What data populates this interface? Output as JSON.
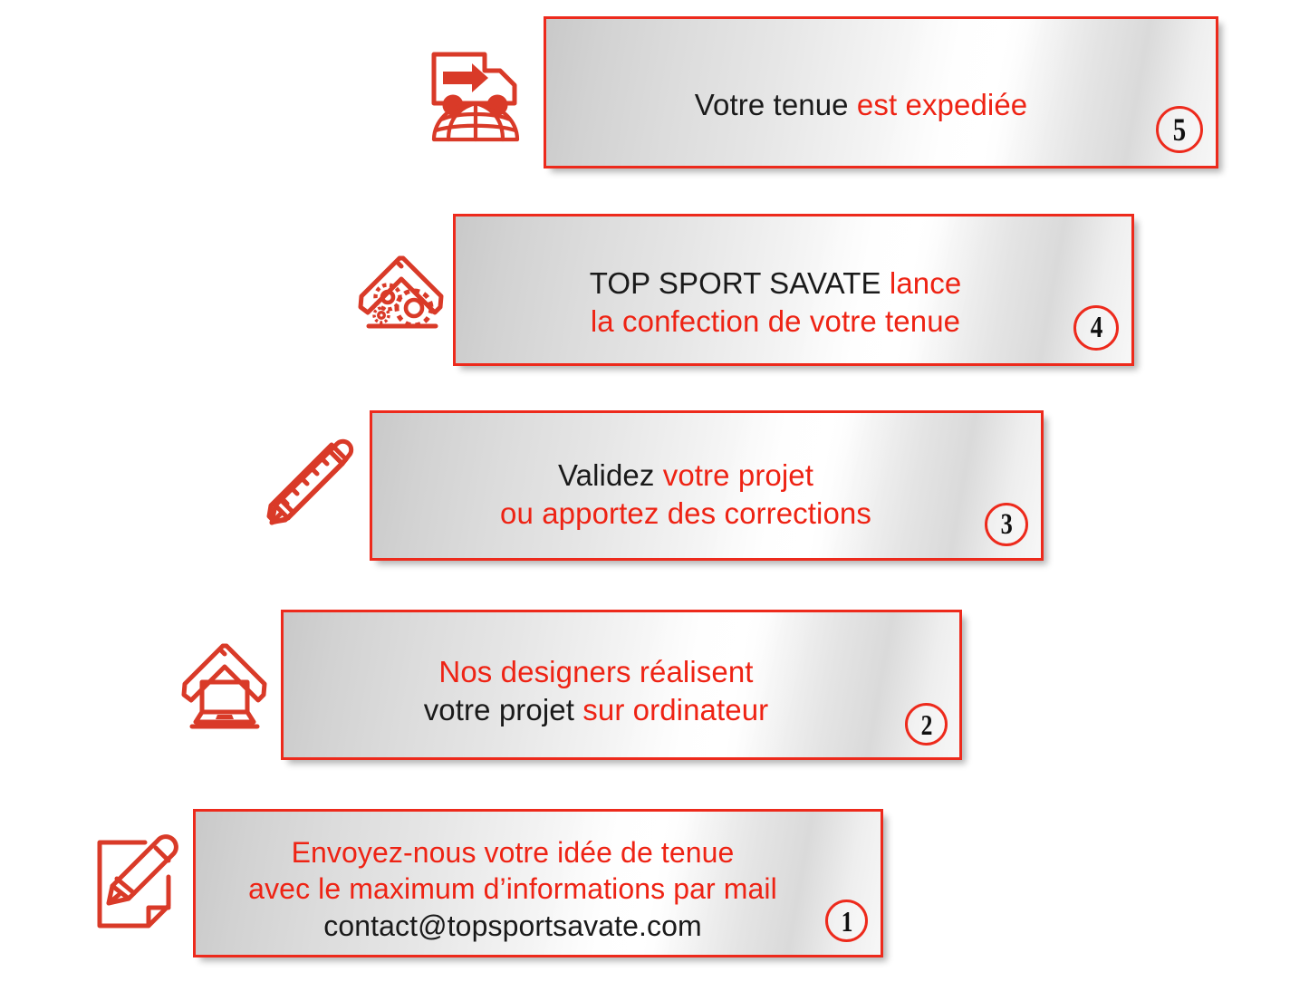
{
  "document": {
    "title": "Processus de commande TOP SPORT SAVATE",
    "language": "fr",
    "accent_red": "#ED2A1C",
    "text_red": "#EE2314",
    "text_black": "#1a1a1a",
    "background": "#ffffff"
  },
  "steps": [
    {
      "number": "5",
      "icon": "delivery-truck-globe-icon",
      "lines": [
        {
          "segments": [
            {
              "text": "Votre tenue ",
              "color": "black"
            },
            {
              "text": "est expediée",
              "color": "red"
            }
          ]
        }
      ]
    },
    {
      "number": "4",
      "icon": "roof-gears-icon",
      "lines": [
        {
          "segments": [
            {
              "text": "TOP SPORT SAVATE ",
              "color": "black"
            },
            {
              "text": "lance",
              "color": "red"
            }
          ]
        },
        {
          "segments": [
            {
              "text": "la confection de votre tenue",
              "color": "red"
            }
          ]
        }
      ]
    },
    {
      "number": "3",
      "icon": "ruler-pencil-cross-icon",
      "lines": [
        {
          "segments": [
            {
              "text": "Validez ",
              "color": "black"
            },
            {
              "text": "votre projet",
              "color": "red"
            }
          ]
        },
        {
          "segments": [
            {
              "text": "ou apportez des corrections",
              "color": "red"
            }
          ]
        }
      ]
    },
    {
      "number": "2",
      "icon": "roof-laptop-icon",
      "lines": [
        {
          "segments": [
            {
              "text": "Nos designers réalisent",
              "color": "red"
            }
          ]
        },
        {
          "segments": [
            {
              "text": "votre projet ",
              "color": "black"
            },
            {
              "text": "sur ordinateur",
              "color": "red"
            }
          ]
        }
      ]
    },
    {
      "number": "1",
      "icon": "document-pencil-edit-icon",
      "lines": [
        {
          "segments": [
            {
              "text": "Envoyez-nous votre idée de tenue",
              "color": "red"
            }
          ]
        },
        {
          "segments": [
            {
              "text": "avec le maximum d’informations par mail",
              "color": "red"
            }
          ]
        },
        {
          "segments": [
            {
              "text": "contact@topsportsavate.com",
              "color": "black"
            }
          ]
        }
      ]
    }
  ]
}
